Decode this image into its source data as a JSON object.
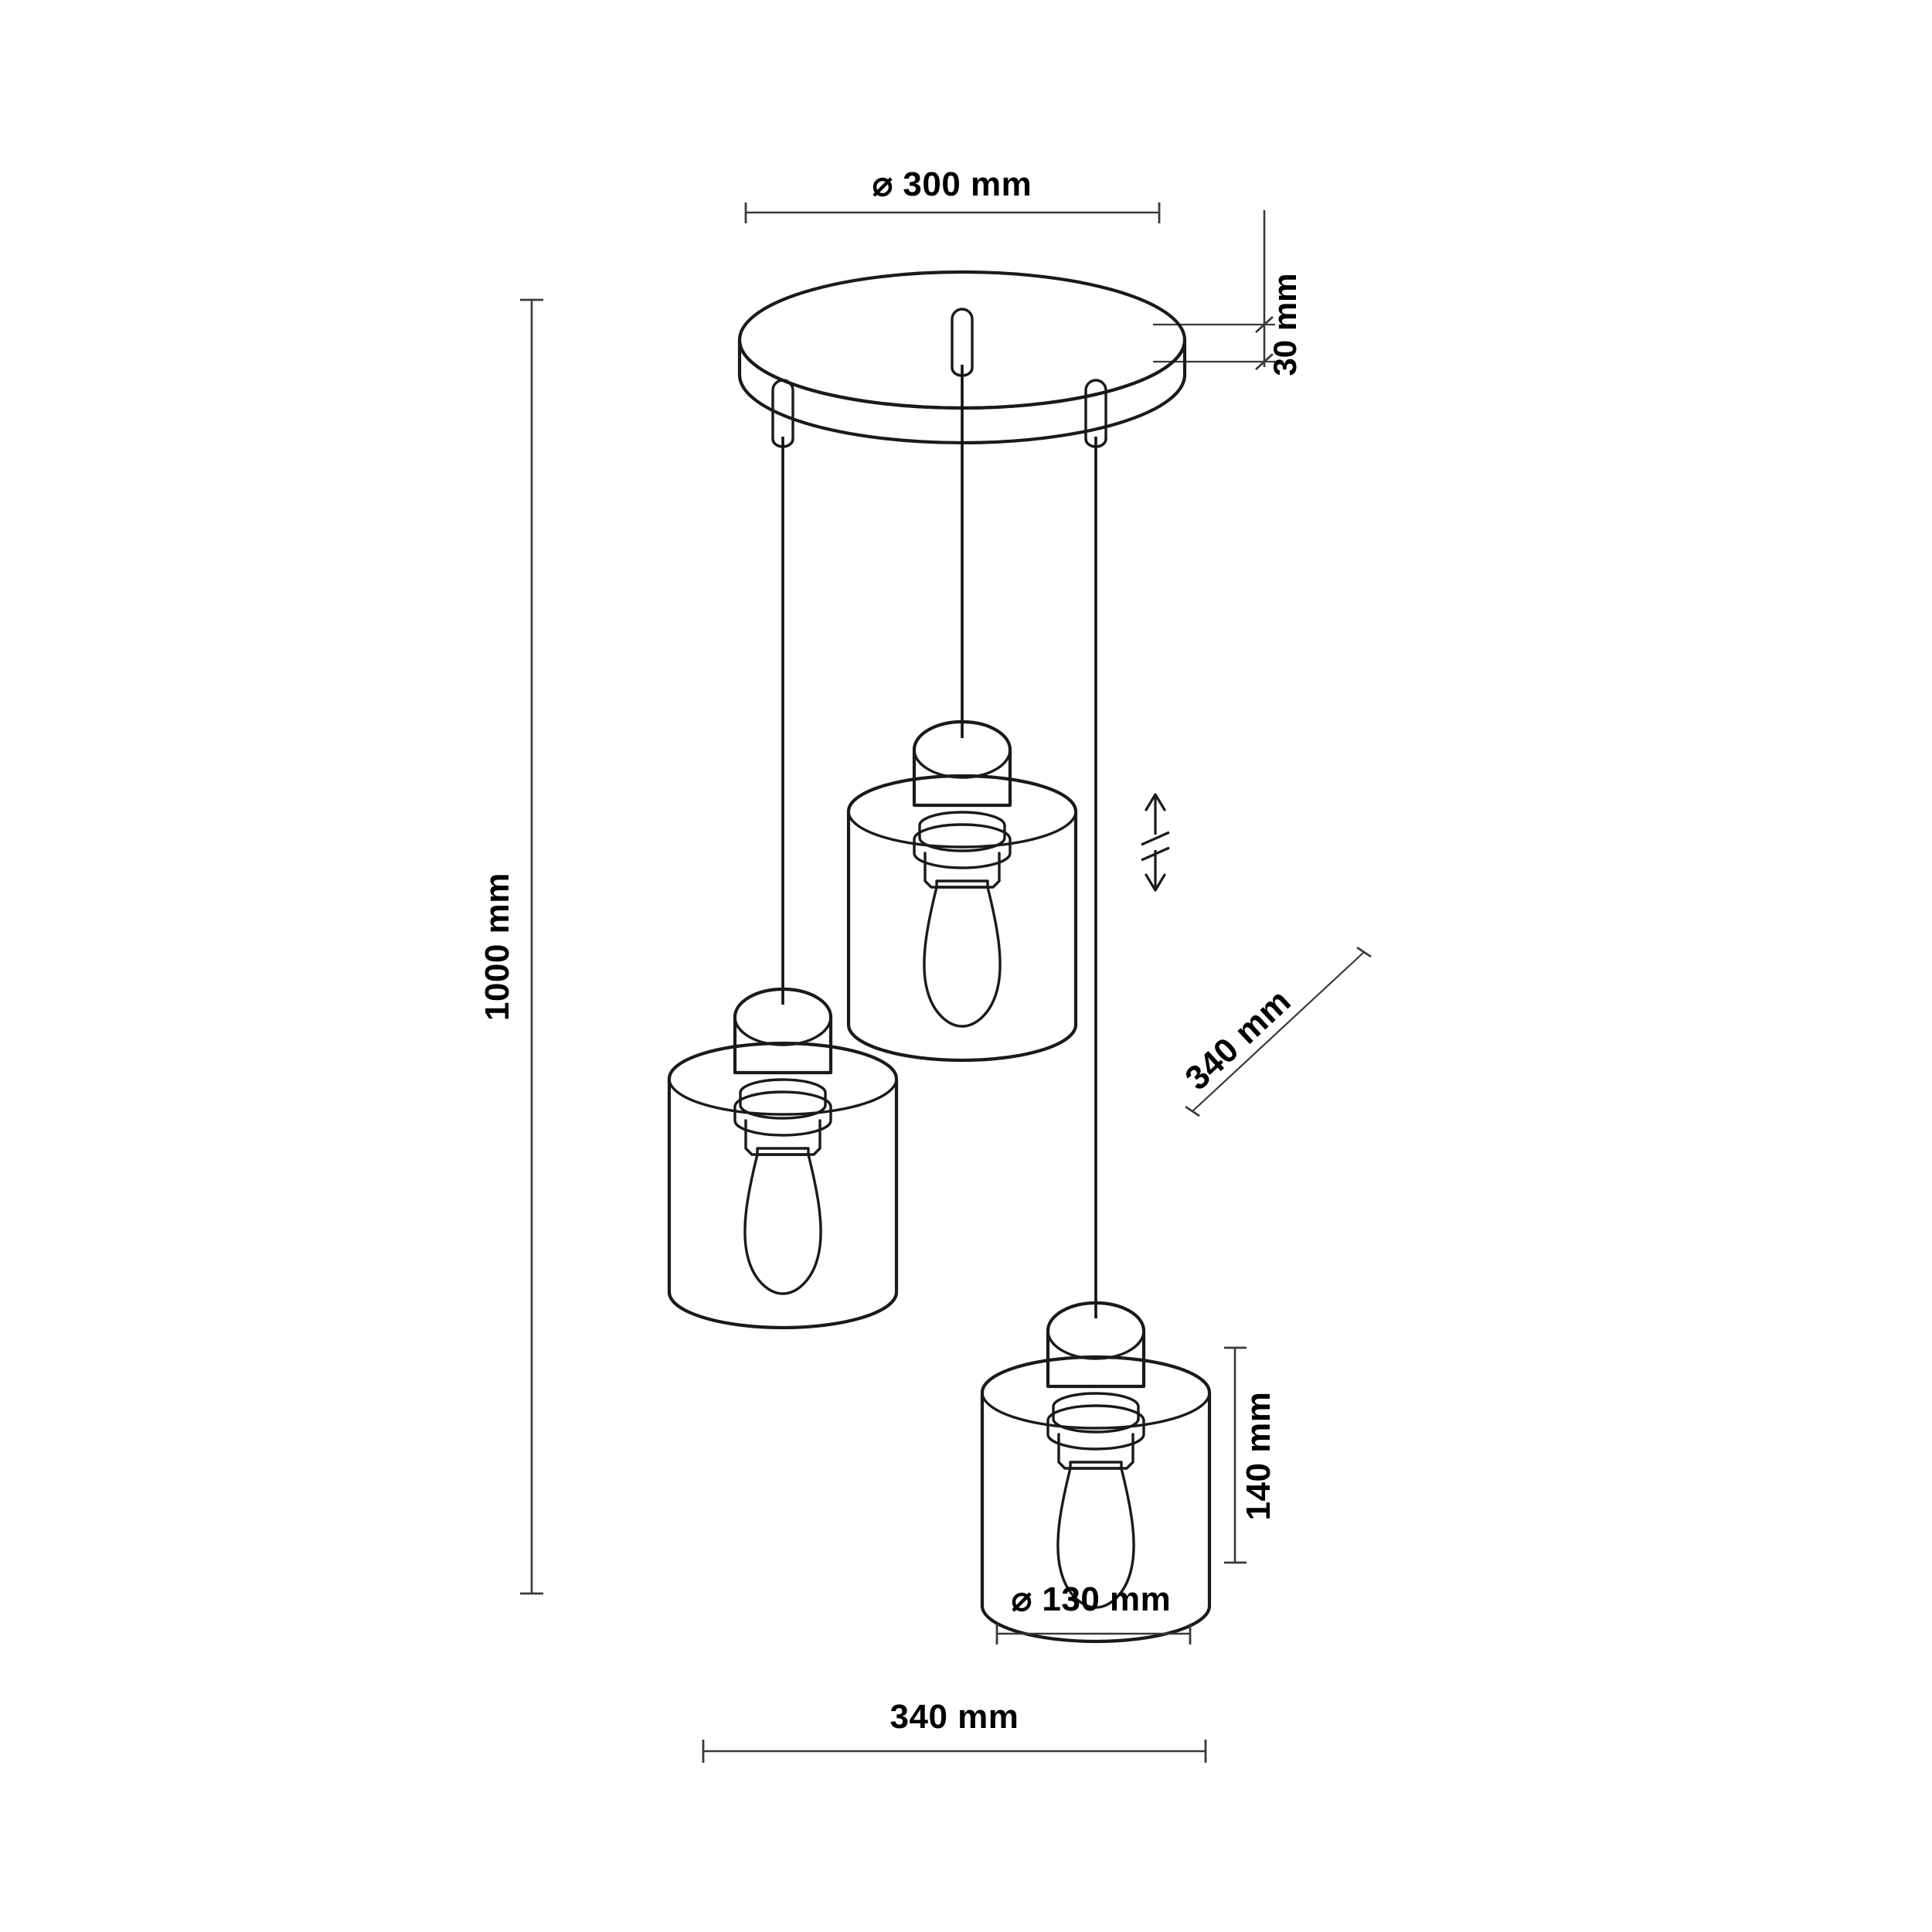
{
  "drawing": {
    "title": "Pendant lamp dimensional drawing",
    "subject": "three-light round-canopy pendant lamp",
    "background_color": "#ffffff",
    "line_color": "#1a1a1a",
    "dimension_line_color": "#3a3a3a",
    "units": "mm"
  },
  "dimensions": {
    "canopy_diameter": {
      "label": "⌀ 300 mm",
      "symbol": "⌀",
      "value": "300 mm",
      "name": "canopy-diameter",
      "orientation": "horizontal",
      "placement": "top"
    },
    "canopy_height": {
      "label": "30 mm",
      "value": "30 mm",
      "name": "canopy-height",
      "orientation": "vertical-rotated",
      "placement": "top-right"
    },
    "total_drop": {
      "label": "1000 mm",
      "value": "1000 mm",
      "name": "total-drop-height",
      "orientation": "vertical-rotated",
      "placement": "left"
    },
    "spread_diagonal": {
      "label": "340 mm",
      "value": "340 mm",
      "name": "spread-diagonal",
      "orientation": "diagonal",
      "placement": "right"
    },
    "shade_height": {
      "label": "140 mm",
      "value": "140 mm",
      "name": "shade-height",
      "orientation": "vertical-rotated",
      "placement": "bottom-right"
    },
    "shade_diameter": {
      "label": "⌀ 130 mm",
      "symbol": "⌀",
      "value": "130 mm",
      "name": "shade-diameter",
      "orientation": "horizontal",
      "placement": "bottom"
    },
    "overall_width": {
      "label": "340 mm",
      "value": "340 mm",
      "name": "overall-width",
      "orientation": "horizontal",
      "placement": "bottom"
    }
  },
  "symbols": {
    "adjustable_height": {
      "name": "height-adjustable-symbol",
      "description": "double arrow with break marks indicating adjustable suspension length"
    }
  },
  "components": {
    "canopy": {
      "name": "ceiling-canopy",
      "description": "round ceiling mounting plate"
    },
    "cable_outlets": [
      {
        "name": "cable-outlet-left"
      },
      {
        "name": "cable-outlet-center"
      },
      {
        "name": "cable-outlet-right"
      }
    ],
    "pendants": [
      {
        "name": "pendant-middle",
        "socket": "socket-housing",
        "shade": "cylindrical-glass-shade",
        "bulb": "edison-teardrop-bulb"
      },
      {
        "name": "pendant-left",
        "socket": "socket-housing",
        "shade": "cylindrical-glass-shade",
        "bulb": "edison-teardrop-bulb"
      },
      {
        "name": "pendant-right",
        "socket": "socket-housing",
        "shade": "cylindrical-glass-shade",
        "bulb": "edison-teardrop-bulb"
      }
    ]
  }
}
